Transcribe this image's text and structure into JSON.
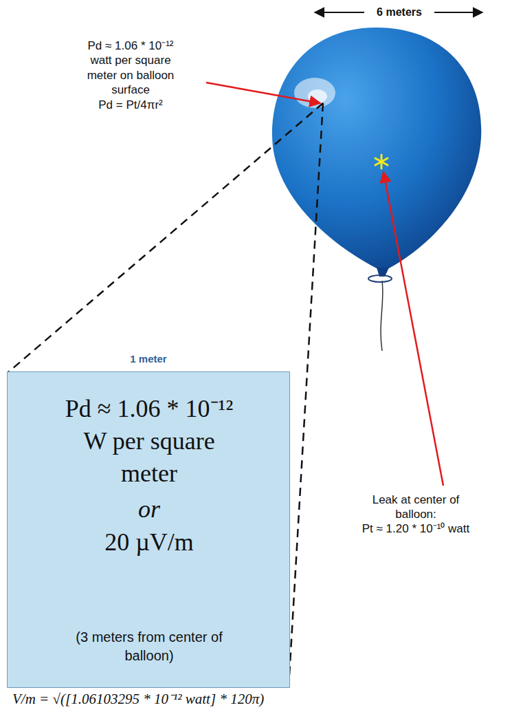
{
  "diagram": {
    "nodes": [
      {
        "text": [
          "1 meter",
          "Pd ≈ 1.06 * 10⁻¹² W per square meter",
          "or",
          "20 µV/m",
          "(3 meters from center of balloon)"
        ]
      }
    ],
    "labels": [
      "6 meters",
      "Pd ≈ 1.06 * 10⁻¹² watt per square meter on balloon surface",
      "Pd = Pt/4πr²",
      "Leak at center of balloon:",
      "Pt ≈ 1.20 * 10⁻¹⁰ watt",
      "V/m = √([1.06103295 * 10⁻¹² watt] * 120π)"
    ]
  }
}
